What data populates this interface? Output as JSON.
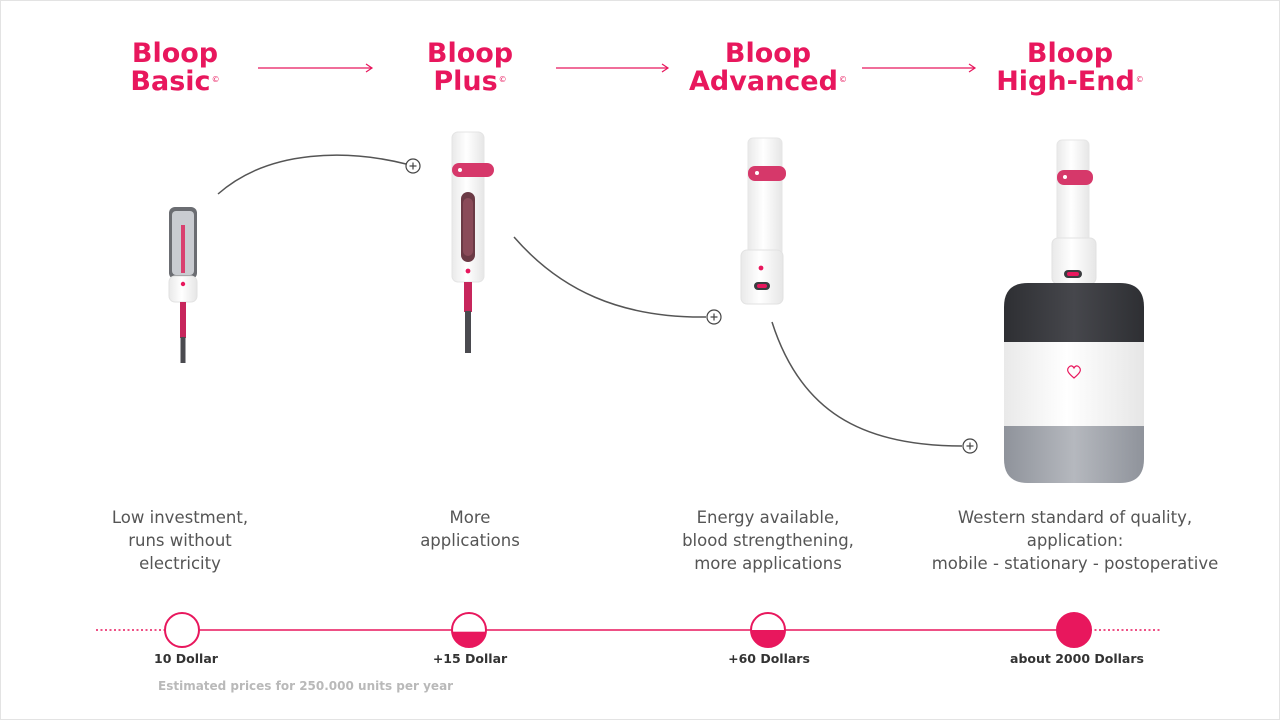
{
  "products": [
    {
      "title_line1": "Bloop",
      "title_line2": "Basic",
      "mark": "©",
      "desc": [
        "Low investment,",
        "runs without",
        "electricity"
      ],
      "price": "10 Dollar"
    },
    {
      "title_line1": "Bloop",
      "title_line2": "Plus",
      "mark": "©",
      "desc": [
        "More",
        "applications"
      ],
      "price": "+15 Dollar"
    },
    {
      "title_line1": "Bloop",
      "title_line2": "Advanced",
      "mark": "©",
      "desc": [
        "Energy available,",
        "blood strengthening,",
        "more applications"
      ],
      "price": "+60 Dollars"
    },
    {
      "title_line1": "Bloop",
      "title_line2": "High-End",
      "mark": "©",
      "desc": [
        "Western standard of quality,",
        "application:",
        "mobile - stationary - postoperative"
      ],
      "price": "about 2000 Dollars"
    }
  ],
  "price_levels": [
    0,
    0.45,
    0.5,
    1.0
  ],
  "footnote": "Estimated prices for 250.000 units per year",
  "colors": {
    "accent": "#e8175d",
    "text": "#555555",
    "device_white": "#f7f7f7",
    "device_dark": "#3b3c40",
    "device_glass": "#a6a9b0"
  },
  "icons": [
    "arrow-right-icon",
    "plus-circle-icon",
    "heart-logo-icon"
  ]
}
